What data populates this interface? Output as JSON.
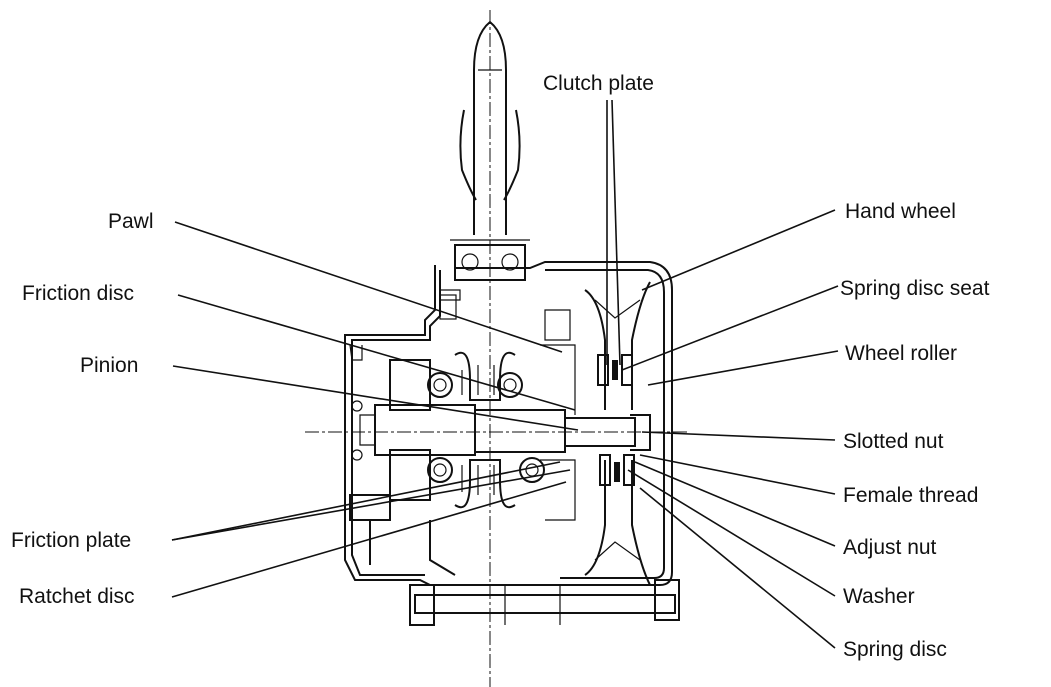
{
  "labels": {
    "clutch_plate": "Clutch plate",
    "pawl": "Pawl",
    "friction_disc": "Friction disc",
    "pinion": "Pinion",
    "friction_plate": "Friction plate",
    "ratchet_disc": "Ratchet disc",
    "hand_wheel": "Hand wheel",
    "spring_disc_seat": "Spring disc seat",
    "wheel_roller": "Wheel roller",
    "slotted_nut": "Slotted nut",
    "female_thread": "Female thread",
    "adjust_nut": "Adjust nut",
    "washer": "Washer",
    "spring_disc": "Spring disc"
  }
}
